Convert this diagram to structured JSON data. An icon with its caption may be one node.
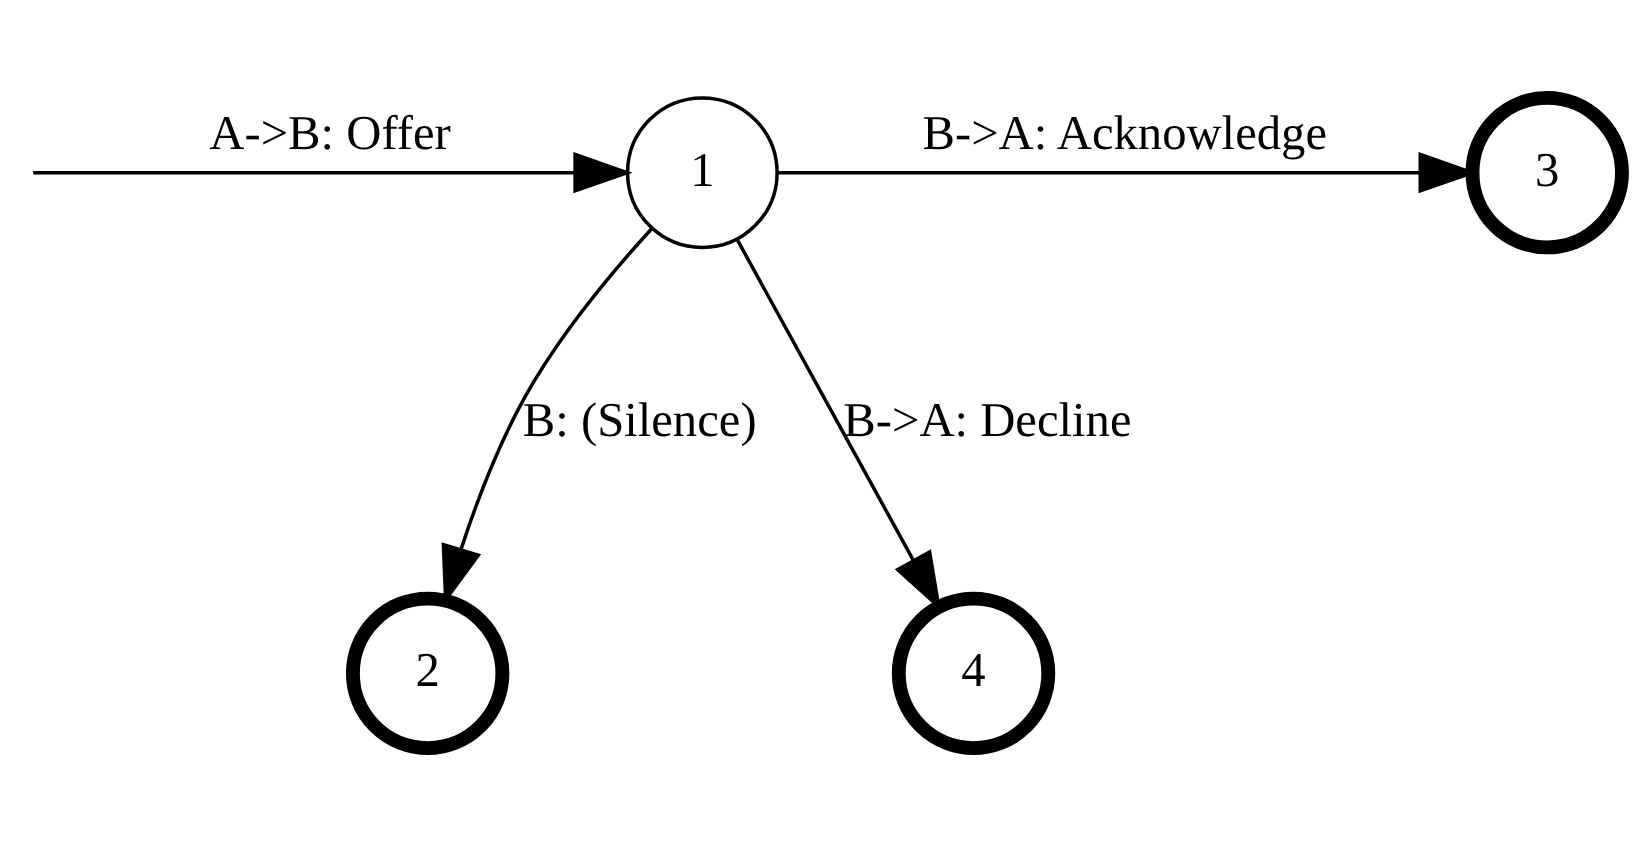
{
  "diagram": {
    "nodes": [
      {
        "text": [
          "1"
        ]
      },
      {
        "text": [
          "3"
        ]
      },
      {
        "text": [
          "2"
        ]
      },
      {
        "text": [
          "4"
        ]
      }
    ],
    "edges": [
      {
        "from": null,
        "to": 0,
        "arrow": "to",
        "label": "A->B: Offer"
      },
      {
        "from": 0,
        "to": 1,
        "arrow": "to",
        "label": "B->A: Acknowledge"
      },
      {
        "from": 0,
        "to": 2,
        "arrow": "to",
        "label": "B: (Silence)"
      },
      {
        "from": 0,
        "to": 3,
        "arrow": "to",
        "label": "B->A: Decline"
      }
    ]
  }
}
